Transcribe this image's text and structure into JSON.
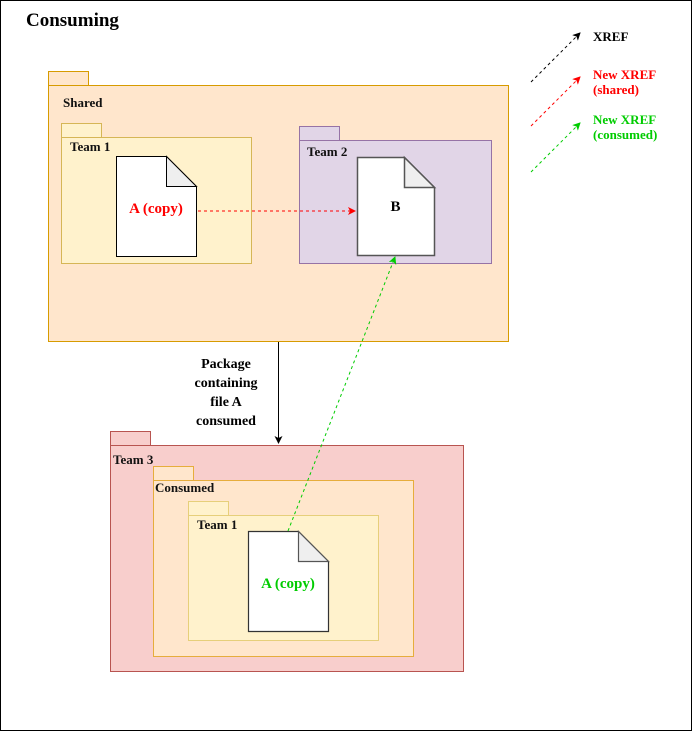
{
  "diagram": {
    "title": "Consuming",
    "packages": {
      "shared": {
        "label": "Shared",
        "fill": "#ffe6cc",
        "stroke": "#d79b00"
      },
      "shared_team1": {
        "label": "Team 1",
        "fill": "#fff2cc",
        "stroke": "#d6b656"
      },
      "shared_team2": {
        "label": "Team 2",
        "fill": "#e1d5e7",
        "stroke": "#9673a6"
      },
      "team3": {
        "label": "Team 3",
        "fill": "#f8cecc",
        "stroke": "#b85450"
      },
      "consumed": {
        "label": "Consumed",
        "fill": "#ffe6cc",
        "stroke": "#d79b00"
      },
      "consumed_team1": {
        "label": "Team 1",
        "fill": "#fff2cc",
        "stroke": "#d6b656"
      }
    },
    "documents": {
      "a_copy_shared": {
        "label": "A (copy)",
        "color": "#ff0000"
      },
      "b": {
        "label": "B",
        "color": "#000000"
      },
      "a_copy_consumed": {
        "label": "A (copy)",
        "color": "#00cc00"
      }
    },
    "note": {
      "lines": [
        "Package",
        "containing",
        "file A",
        "consumed"
      ]
    },
    "legend": {
      "items": [
        {
          "label_line1": "XREF",
          "label_line2": "",
          "color": "#000000"
        },
        {
          "label_line1": "New XREF",
          "label_line2": "(shared)",
          "color": "#ff0000"
        },
        {
          "label_line1": "New XREF",
          "label_line2": "(consumed)",
          "color": "#00cc00"
        }
      ]
    }
  }
}
